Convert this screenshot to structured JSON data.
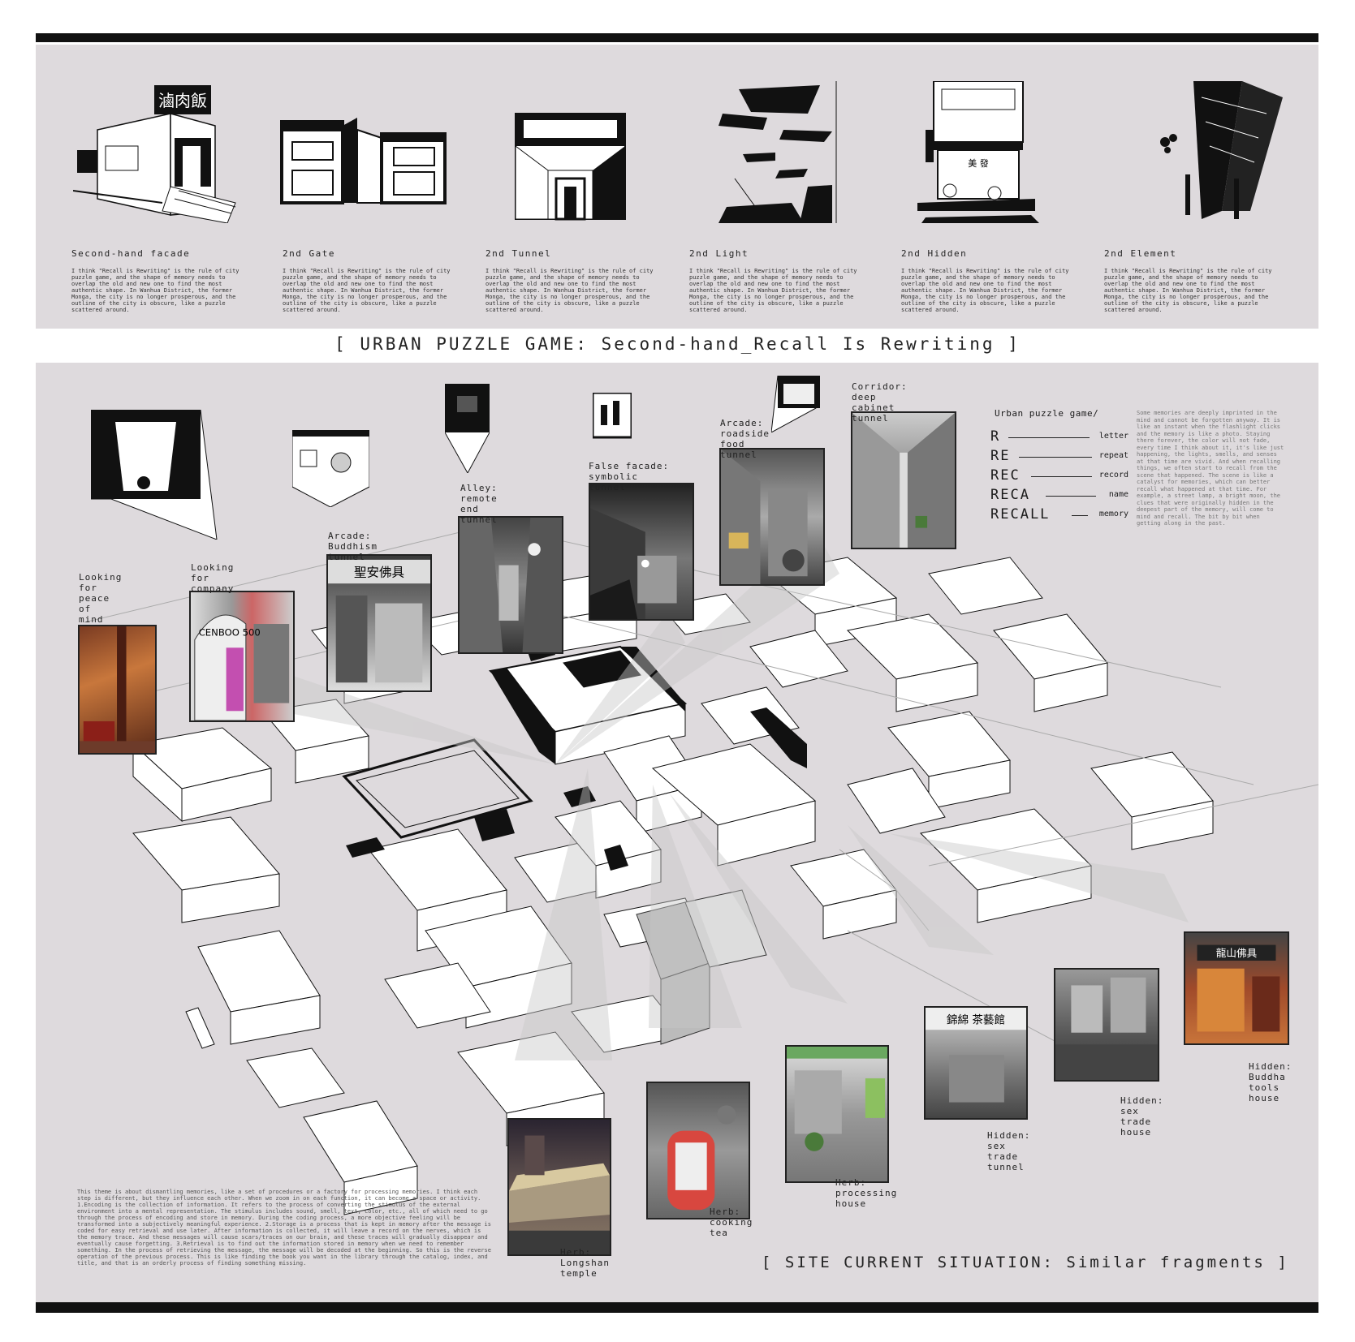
{
  "header": {
    "cards": [
      {
        "title": "Second-hand facade",
        "sign": "滷肉飯",
        "icon": "storefront-facade-illustration"
      },
      {
        "title": "2nd Gate",
        "icon": "gate-buildings-illustration"
      },
      {
        "title": "2nd Tunnel",
        "icon": "tunnel-perspective-illustration"
      },
      {
        "title": "2nd Light",
        "icon": "light-shafts-illustration"
      },
      {
        "title": "2nd Hidden",
        "sign": "美 發",
        "icon": "hidden-shop-illustration"
      },
      {
        "title": "2nd Element",
        "icon": "arcade-element-illustration"
      }
    ],
    "card_desc": "I think \"Recall is Rewriting\" is the rule of city puzzle game, and the shape of memory needs to overlap the old and new one to find the most authentic shape.  In Wanhua District, the former Monga, the city is no longer prosperous, and the outline of the city is obscure, like a puzzle scattered around."
  },
  "main_title": "[ URBAN PUZZLE GAME: Second-hand_Recall Is Rewriting ]",
  "top_labels": [
    "Looking\nfor\npeace\nof\nmind",
    "Looking\nfor\ncompany",
    "Arcade:\nBuddhism\ntunnel",
    "Alley:\nremote\nend\ntunnel",
    "False facade:\nsymbolic\ntunnel",
    "Arcade:\nroadside\nfood\ntunnel",
    "Corridor:\ndeep\ncabinet\ntunnel"
  ],
  "bottom_labels": [
    "Herb:\nLongshan\ntemple",
    "Herb:\ncooking\ntea",
    "Herb:\nprocessing\nhouse",
    "Hidden:\nsex\ntrade\ntunnel",
    "Hidden:\nsex\ntrade\nhouse",
    "Hidden:\nBuddha\ntools\nhouse"
  ],
  "photo_signs": {
    "buddhism": "聖安佛具",
    "company": "CENBOO 500",
    "sex_tunnel": "錦綿 茶藝館",
    "buddha_tools": "龍山佛具"
  },
  "puzzle": {
    "heading": "Urban puzzle game/",
    "rows": [
      {
        "key": "R",
        "value": "letter"
      },
      {
        "key": "RE",
        "value": "repeat"
      },
      {
        "key": "REC",
        "value": "record"
      },
      {
        "key": "RECA",
        "value": "name"
      },
      {
        "key": "RECALL",
        "value": "memory"
      }
    ],
    "memo": "Some memories are deeply imprinted in the mind and cannot be forgotten anyway. It is like an instant when the flashlight clicks and the memory is like a photo.  Staying there forever, the color will not fade, every time I think about it, it's like just happening, the lights, smells, and senses at that time are vivid.  And when recalling things, we often start to recall from the scene that happened.  The scene is like a catalyst for memories, which can better recall what happened at that time.  For example, a street lamp, a bright moon, the clues that were originally hidden in the deepest part of the memory, will come to mind and recall. The bit by bit when getting along in the past."
  },
  "bottom_text": "This theme is about dismantling memories, like a set of procedures or a factory for processing memories. I think each step is different, but they influence each other. When we zoom in on each function, it can become a space or activity. 1.Encoding is the collection of information. It refers to the process of converting the stimulus of the external environment into a mental representation. The stimulus includes sound, smell, text, color, etc., all of which need to go through the process of encoding and store in memory. During the coding process, a more objective feeling will be transformed into a subjectively meaningful experience. 2.Storage is a process that is kept in memory after the message is coded for easy retrieval and use later. After information is collected, it will leave a record on the nerves, which is the memory trace. And these messages will cause scars/traces on our brain, and these traces will gradually disappear and eventually cause forgetting. 3.Retrieval is to find out the information stored in memory when we need to remember something. In the process of retrieving the message, the message will be decoded at the beginning. So this is the reverse operation of the previous process. This is like finding the book you want in the library through the catalog, index, and title, and that is an orderly process of finding something missing.",
  "site_title": "[ SITE CURRENT SITUATION:  Similar fragments ]"
}
